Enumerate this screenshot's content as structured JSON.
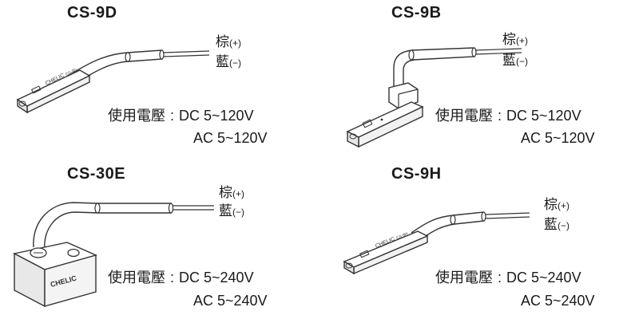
{
  "panels": [
    {
      "model": "CS-9D",
      "brown": "棕",
      "brown_sign": "(+)",
      "blue": "藍",
      "blue_sign": "(−)",
      "volt_label": "使用電壓",
      "colon": ":",
      "dc": "DC 5~120V",
      "ac": "AC 5~120V",
      "body_text": "CHELIC",
      "body_sub": "CS-9D"
    },
    {
      "model": "CS-9B",
      "brown": "棕",
      "brown_sign": "(+)",
      "blue": "藍",
      "blue_sign": "(−)",
      "volt_label": "使用電壓",
      "colon": ":",
      "dc": "DC 5~120V",
      "ac": "AC 5~120V"
    },
    {
      "model": "CS-30E",
      "brown": "棕",
      "brown_sign": "(+)",
      "blue": "藍",
      "blue_sign": "(−)",
      "volt_label": "使用電壓",
      "colon": ":",
      "dc": "DC 5~240V",
      "ac": "AC 5~240V",
      "body_text": "CHELIC"
    },
    {
      "model": "CS-9H",
      "brown": "棕",
      "brown_sign": "(+)",
      "blue": "藍",
      "blue_sign": "(−)",
      "volt_label": "使用電壓",
      "colon": ":",
      "dc": "DC 5~240V",
      "ac": "AC 5~240V",
      "body_text": "CHELIC",
      "body_sub": "CS-9H"
    }
  ]
}
